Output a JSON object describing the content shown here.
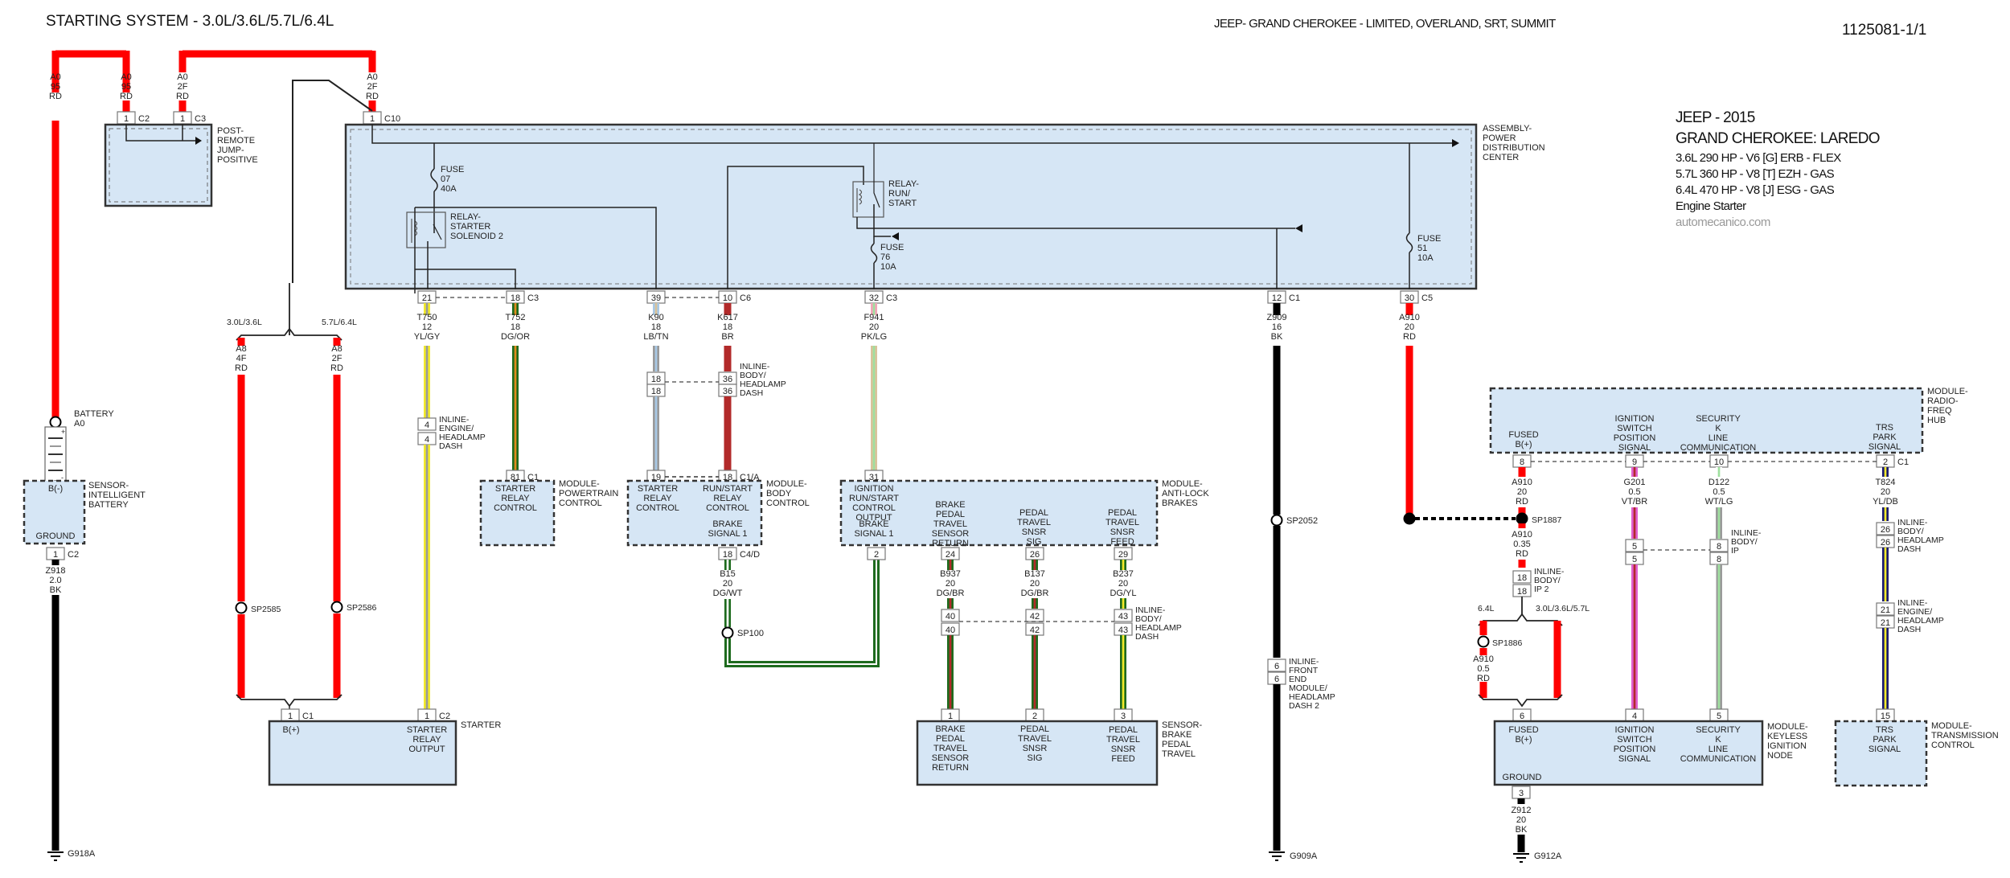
{
  "header": {
    "title": "STARTING SYSTEM - 3.0L/3.6L/5.7L/6.4L",
    "vehicle_line": "JEEP- GRAND CHEROKEE  - LIMITED, OVERLAND, SRT, SUMMIT",
    "doc_id": "1125081-1/1"
  },
  "info": {
    "make_year": "JEEP - 2015",
    "model": "GRAND CHEROKEE: LAREDO",
    "engines": [
      "3.6L 290 HP - V6 [G] ERB - FLEX",
      "5.7L 360 HP - V8 [T] EZH - GAS",
      "6.4L 470 HP - V8 [J] ESG - GAS"
    ],
    "topic": "Engine Starter",
    "source": "automecanico.com"
  },
  "colors": {
    "red": "#ff0000",
    "black": "#000000",
    "yellow": "#f2ea2a",
    "gray": "#9a9a9a",
    "dark_green": "#1e6b1e",
    "orange": "#e08a1e",
    "light_blue": "#a9c9e6",
    "tan": "#d9c39a",
    "brown": "#b22a2a",
    "pink": "#f2a6b8",
    "light_green": "#9fe09f",
    "violet": "#e060d0",
    "white": "#ffffff",
    "dark_blue": "#1a1a70",
    "module_fill": "#d6e6f5"
  },
  "wires": {
    "a0_95_left": [
      "A0",
      "95",
      "RD"
    ],
    "a0_95_right": [
      "A0",
      "95",
      "RD"
    ],
    "a0_2f_left": [
      "A0",
      "2F",
      "RD"
    ],
    "a0_2f_right": [
      "A0",
      "2F",
      "RD"
    ],
    "a8_4f": [
      "A8",
      "4F",
      "RD"
    ],
    "a8_2f": [
      "A8",
      "2F",
      "RD"
    ],
    "z918": [
      "Z918",
      "2.0",
      "BK"
    ],
    "t750": [
      "T750",
      "12",
      "YL/GY"
    ],
    "t752": [
      "T752",
      "18",
      "DG/OR"
    ],
    "k90": [
      "K90",
      "18",
      "LB/TN"
    ],
    "k617": [
      "K617",
      "18",
      "BR"
    ],
    "f941": [
      "F941",
      "20",
      "PK/LG"
    ],
    "z909": [
      "Z909",
      "16",
      "BK"
    ],
    "a910_pdc": [
      "A910",
      "20",
      "RD"
    ],
    "b15": [
      "B15",
      "20",
      "DG/WT"
    ],
    "b937": [
      "B937",
      "20",
      "DG/BR"
    ],
    "b137": [
      "B137",
      "20",
      "DG/BR"
    ],
    "b237": [
      "B237",
      "20",
      "DG/YL"
    ],
    "a910_hub": [
      "A910",
      "20",
      "RD"
    ],
    "a910_035": [
      "A910",
      "0.35",
      "RD"
    ],
    "a910_05": [
      "A910",
      "0.5",
      "RD"
    ],
    "g201": [
      "G201",
      "0.5",
      "VT/BR"
    ],
    "d122": [
      "D122",
      "0.5",
      "WT/LG"
    ],
    "t824": [
      "T824",
      "20",
      "YL/DB"
    ],
    "z912": [
      "Z912",
      "20",
      "BK"
    ]
  },
  "components": {
    "post_remote": [
      "POST-",
      "REMOTE",
      "JUMP-",
      "POSITIVE"
    ],
    "pdc": [
      "ASSEMBLY-",
      "POWER",
      "DISTRIBUTION",
      "CENTER"
    ],
    "fuse07": [
      "FUSE",
      "07",
      "40A"
    ],
    "relay_starter": [
      "RELAY-",
      "STARTER",
      "SOLENOID 2"
    ],
    "relay_run": [
      "RELAY-",
      "RUN/",
      "START"
    ],
    "fuse76": [
      "FUSE",
      "76",
      "10A"
    ],
    "fuse51": [
      "FUSE",
      "51",
      "10A"
    ],
    "battery": [
      "BATTERY",
      "A0"
    ],
    "ibs": [
      "SENSOR-",
      "INTELLIGENT",
      "BATTERY"
    ],
    "ibs_pin_top": "B(-)",
    "ibs_pin_bottom": "GROUND",
    "pcm": [
      "MODULE-",
      "POWERTRAIN",
      "CONTROL"
    ],
    "pcm_pin": [
      "STARTER",
      "RELAY",
      "CONTROL"
    ],
    "bcm": [
      "MODULE-",
      "BODY",
      "CONTROL"
    ],
    "bcm_pin1": [
      "STARTER",
      "RELAY",
      "CONTROL"
    ],
    "bcm_pin2": [
      "RUN/START",
      "RELAY",
      "CONTROL"
    ],
    "bcm_pin3": [
      "BRAKE",
      "SIGNAL 1"
    ],
    "abs": [
      "MODULE-",
      "ANTI-LOCK",
      "BRAKES"
    ],
    "abs_pin1": [
      "IGNITION",
      "RUN/START",
      "CONTROL",
      "OUTPUT"
    ],
    "abs_pin2": [
      "BRAKE",
      "SIGNAL 1"
    ],
    "abs_pin3": [
      "BRAKE",
      "PEDAL",
      "TRAVEL",
      "SENSOR",
      "RETURN"
    ],
    "abs_pin4": [
      "PEDAL",
      "TRAVEL",
      "SNSR",
      "SIG"
    ],
    "abs_pin5": [
      "PEDAL",
      "TRAVEL",
      "SNSR",
      "FEED"
    ],
    "starter": "STARTER",
    "starter_pin1": "B(+)",
    "starter_pin2": [
      "STARTER",
      "RELAY",
      "OUTPUT"
    ],
    "bpts": [
      "SENSOR-",
      "BRAKE",
      "PEDAL",
      "TRAVEL"
    ],
    "bpts_pin1": [
      "BRAKE",
      "PEDAL",
      "TRAVEL",
      "SENSOR",
      "RETURN"
    ],
    "bpts_pin2": [
      "PEDAL",
      "TRAVEL",
      "SNSR",
      "SIG"
    ],
    "bpts_pin3": [
      "PEDAL",
      "TRAVEL",
      "SNSR",
      "FEED"
    ],
    "rfh": [
      "MODULE-",
      "RADIO-",
      "FREQ",
      "HUB"
    ],
    "rfh_pin1": [
      "FUSED",
      "B(+)"
    ],
    "rfh_pin2": [
      "IGNITION",
      "SWITCH",
      "POSITION",
      "SIGNAL"
    ],
    "rfh_pin3": [
      "SECURITY",
      "K",
      "LINE",
      "COMMUNICATION"
    ],
    "rfh_pin4": [
      "TRS",
      "PARK",
      "SIGNAL"
    ],
    "kin": [
      "MODULE-",
      "KEYLESS",
      "IGNITION",
      "NODE"
    ],
    "kin_pin1": [
      "FUSED",
      "B(+)"
    ],
    "kin_pin2": [
      "IGNITION",
      "SWITCH",
      "POSITION",
      "SIGNAL"
    ],
    "kin_pin3": [
      "SECURITY",
      "K",
      "LINE",
      "COMMUNICATION"
    ],
    "kin_ground": "GROUND",
    "tcm": [
      "MODULE-",
      "TRANSMISSION",
      "CONTROL"
    ],
    "tcm_pin": [
      "TRS",
      "PARK",
      "SIGNAL"
    ]
  },
  "inline": {
    "engine_headlamp_dash": [
      "INLINE-",
      "ENGINE/",
      "HEADLAMP",
      "DASH"
    ],
    "body_headlamp_dash": [
      "INLINE-",
      "BODY/",
      "HEADLAMP",
      "DASH"
    ],
    "front_end": [
      "INLINE-",
      "FRONT",
      "END",
      "MODULE/",
      "HEADLAMP",
      "DASH 2"
    ],
    "body_ip": [
      "INLINE-",
      "BODY/",
      "IP"
    ],
    "body_ip2": [
      "INLINE-",
      "BODY/",
      "IP 2"
    ]
  },
  "splices": {
    "sp2585": "SP2585",
    "sp2586": "SP2586",
    "sp100": "SP100",
    "sp2052": "SP2052",
    "sp1887": "SP1887",
    "sp1886": "SP1886"
  },
  "grounds": {
    "g918a": "G918A",
    "g909a": "G909A",
    "g912a": "G912A"
  },
  "options": {
    "left_a": "3.0L/3.6L",
    "left_b": "5.7L/6.4L",
    "right_a": "6.4L",
    "right_b": "3.0L/3.6L/5.7L"
  },
  "pins": {
    "c2": [
      "1",
      "C2"
    ],
    "c3": [
      "1",
      "C3"
    ],
    "c10": [
      "1",
      "C10"
    ],
    "pdc21": "21",
    "pdc18": [
      "18",
      "C3"
    ],
    "pdc39": "39",
    "pdc10": [
      "10",
      "C6"
    ],
    "pdc32": [
      "32",
      "C3"
    ],
    "pdc12": [
      "12",
      "C1"
    ],
    "pdc30": [
      "30",
      "C5"
    ],
    "ibs_c2": [
      "1",
      "C2"
    ],
    "inline4": "4",
    "pcm81": [
      "81",
      "C1"
    ],
    "inline18": "18",
    "inline36": "36",
    "bcm19": "19",
    "bcm18": [
      "18",
      "C1/A"
    ],
    "bcm_c4d": [
      "18",
      "C4/D"
    ],
    "abs31": "31",
    "abs2": "2",
    "abs24": "24",
    "abs26": "26",
    "abs29": "29",
    "in40": "40",
    "in42": "42",
    "in43": "43",
    "bp1": "1",
    "bp2": "2",
    "bp3": "3",
    "st_c1": [
      "1",
      "C1"
    ],
    "st_c2": [
      "1",
      "C2"
    ],
    "fe6": "6",
    "rf8": "8",
    "rf9": "9",
    "rf10": "10",
    "rf2": [
      "2",
      "C1"
    ],
    "ip5": "5",
    "ip8": "8",
    "ip18": "18",
    "in26": "26",
    "in21": "21",
    "kin6": "6",
    "kin4": "4",
    "kin5": "5",
    "kin3": "3",
    "tcm15": "15"
  }
}
